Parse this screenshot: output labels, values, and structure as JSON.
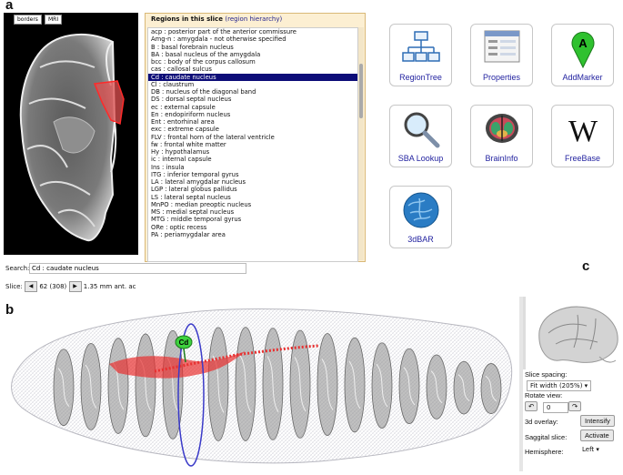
{
  "panel_labels": {
    "a": "a",
    "b": "b",
    "c": "c"
  },
  "brain_view": {
    "borders_button": "borders",
    "mri_button": "MRI"
  },
  "regions": {
    "title": "Regions in this slice",
    "hierarchy_link": "(region hierarchy)",
    "items": [
      "acp : posterior part of the anterior commissure",
      "Amg-n : amygdala - not otherwise specified",
      "B : basal forebrain nucleus",
      "BA : basal nucleus of the amygdala",
      "bcc : body of the corpus callosum",
      "cas : callosal sulcus",
      "Cd : caudate nucleus",
      "Cl : claustrum",
      "DB : nucleus of the diagonal band",
      "DS : dorsal septal nucleus",
      "ec : external capsule",
      "En : endopiriform nucleus",
      "Ent : entorhinal area",
      "exc : extreme capsule",
      "FLV : frontal horn of the lateral ventricle",
      "fw : frontal white matter",
      "Hy : hypothalamus",
      "ic : internal capsule",
      "Ins : insula",
      "ITG : inferior temporal gyrus",
      "LA : lateral amygdalar nucleus",
      "LGP : lateral globus pallidus",
      "LS : lateral septal nucleus",
      "MnPO : median preoptic nucleus",
      "MS : medial septal nucleus",
      "MTG : middle temporal gyrus",
      "ORe : optic recess",
      "PA : periamygdalar area"
    ],
    "selected_index": 6
  },
  "tools": {
    "region_tree": "RegionTree",
    "properties": "Properties",
    "add_marker": "AddMarker",
    "marker_letter": "A",
    "sba_lookup": "SBA Lookup",
    "braininfo": "BrainInfo",
    "freebase": "FreeBase",
    "wiki_letter": "W",
    "dbar": "3dBAR"
  },
  "search": {
    "label": "Search:",
    "value": "Cd : caudate nucleus"
  },
  "slice": {
    "label": "Slice:",
    "prev": "◀",
    "value": "62 (308)",
    "next": "▶",
    "position": "1.35 mm ant. ac"
  },
  "view3d": {
    "marker_label": "Cd"
  },
  "side_panel": {
    "slice_spacing_label": "Slice spacing:",
    "slice_spacing_value": "Fit width (205%)",
    "rotate_label": "Rotate view:",
    "rotate_value": "0",
    "overlay_label": "3d overlay:",
    "overlay_button": "Intensify",
    "sagittal_label": "Saggital slice:",
    "sagittal_button": "Activate",
    "hemisphere_label": "Hemisphere:",
    "hemisphere_value": "Left"
  },
  "colors": {
    "selection": "#0d0d78",
    "highlight": "#e83030",
    "panel_bg": "#fcefd2",
    "link": "#2323a0"
  }
}
